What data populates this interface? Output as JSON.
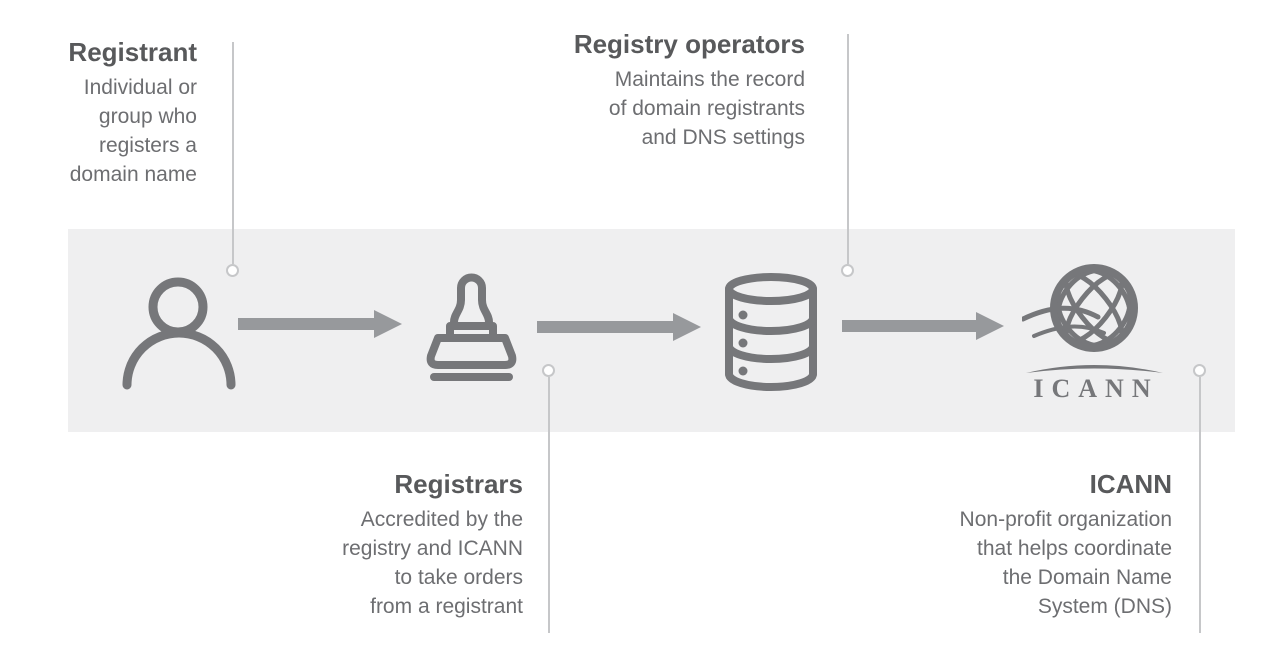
{
  "colors": {
    "background": "#ffffff",
    "band": "#efeff0",
    "icon": "#76777a",
    "arrow": "#97999c",
    "heading": "#58595b",
    "body": "#6d6e71",
    "leader": "#c6c7c9"
  },
  "diagram": {
    "nodes": [
      {
        "id": "registrant",
        "icon": "person-icon",
        "label": "Registrant",
        "description": "Individual or\ngroup who\nregisters a\ndomain name",
        "callout_position": "top"
      },
      {
        "id": "registrars",
        "icon": "stamp-icon",
        "label": "Registrars",
        "description": "Accredited by the\nregistry and ICANN\nto take orders\nfrom a registrant",
        "callout_position": "bottom"
      },
      {
        "id": "registry-operators",
        "icon": "database-icon",
        "label": "Registry operators",
        "description": "Maintains the record\nof domain registrants\nand DNS settings",
        "callout_position": "top"
      },
      {
        "id": "icann",
        "icon": "icann-logo",
        "label": "ICANN",
        "description": "Non-profit organization\nthat helps coordinate\nthe Domain Name\nSystem (DNS)",
        "callout_position": "bottom"
      }
    ],
    "connectors": [
      {
        "from": "registrant",
        "to": "registrars"
      },
      {
        "from": "registrars",
        "to": "registry-operators"
      },
      {
        "from": "registry-operators",
        "to": "icann"
      }
    ],
    "icann_wordmark": "ICANN"
  }
}
